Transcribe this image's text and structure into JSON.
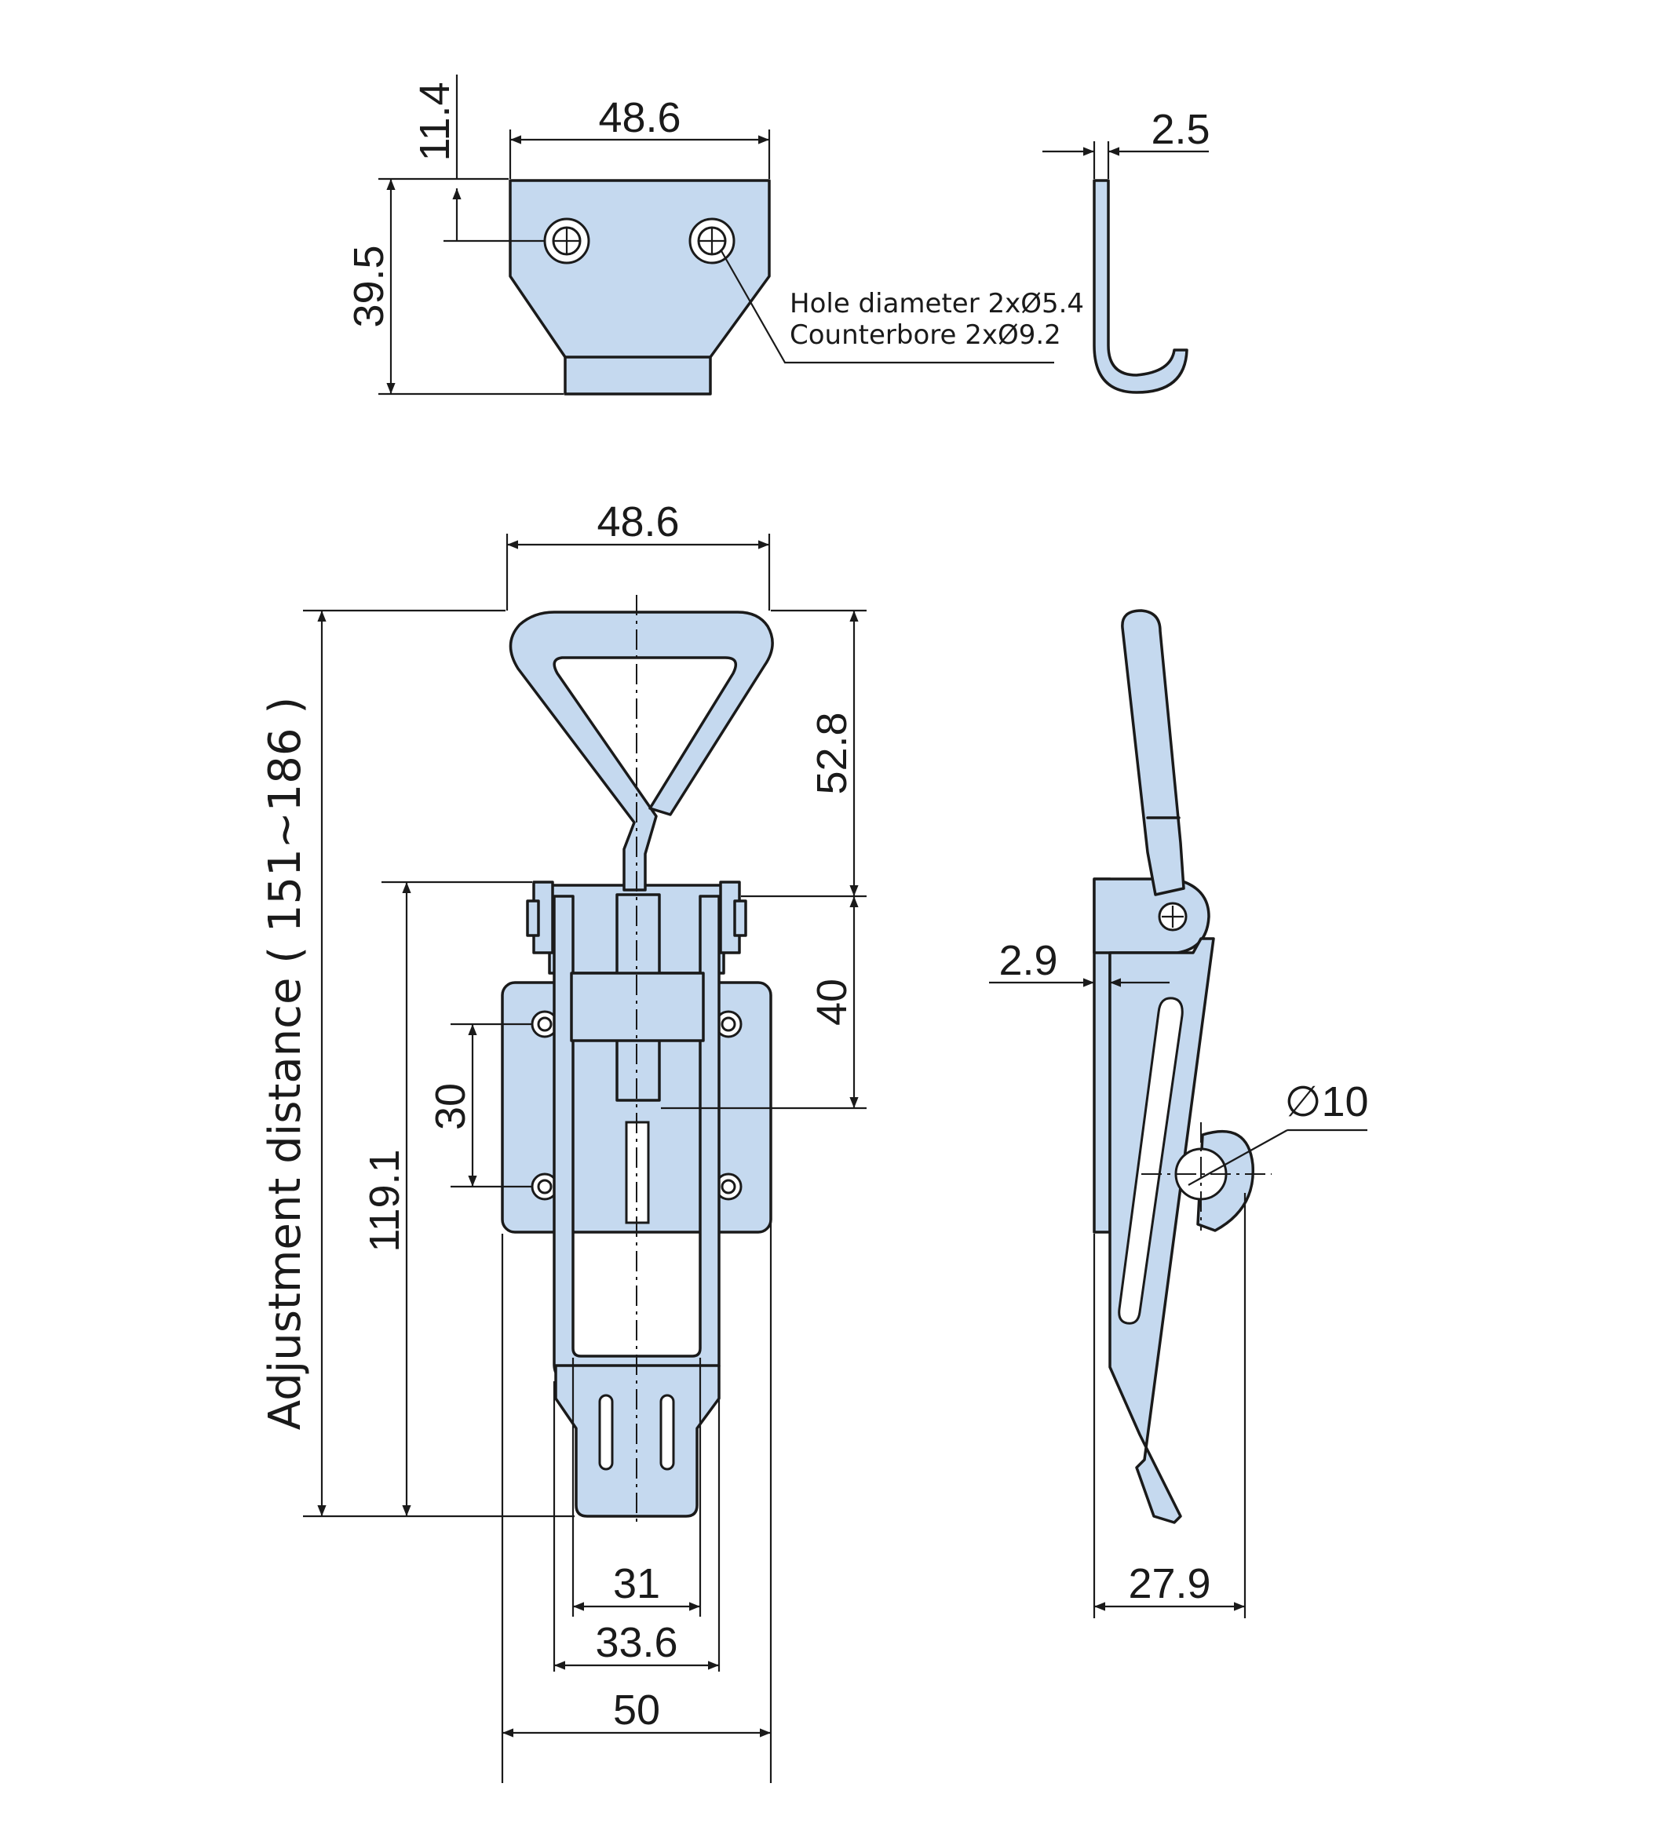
{
  "colors": {
    "part_fill": "#c5d9ef",
    "line": "#1a1a1a",
    "background": "#ffffff"
  },
  "top_view": {
    "width_label": "48.6",
    "hole_offset_label": "11.4",
    "height_label": "39.5",
    "hole_note_line1": "Hole diameter 2xØ5.4",
    "hole_note_line2": "Counterbore 2xØ9.2"
  },
  "hook_side_view": {
    "thickness_label": "2.5"
  },
  "front_view": {
    "handle_width_label": "48.6",
    "handle_height_label": "52.8",
    "body_height_label": "40",
    "hole_spacing_label": "30",
    "overall_height_label": "119.1",
    "adjustment_label": "Adjustment distance ( 151~186 )",
    "inner_width_label": "31",
    "outer_width_label": "33.6",
    "base_width_label": "50"
  },
  "side_view": {
    "plate_thickness_label": "2.9",
    "pin_diameter_label": "∅10",
    "depth_label": "27.9"
  }
}
